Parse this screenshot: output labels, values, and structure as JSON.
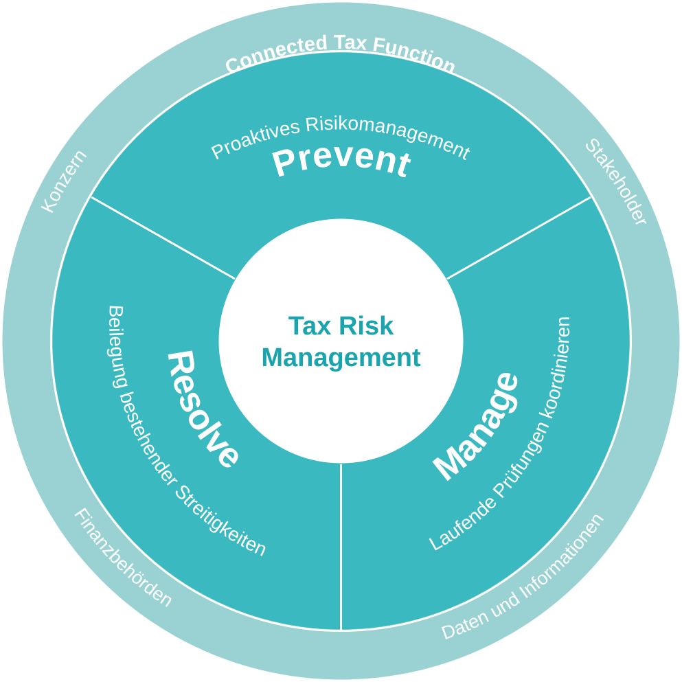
{
  "colors": {
    "outer_ring": "#9ad2d3",
    "segments": "#3bb9c1",
    "center": "#ffffff",
    "center_text": "#1aa4ad",
    "divider": "#ffffff"
  },
  "outer_ring": {
    "title": "Connected Tax Function",
    "labels": {
      "konzern": "Konzern",
      "stakeholder": "Stakeholder",
      "finanzbehoerden": "Finanzbehörden",
      "daten": "Daten und Informationen"
    }
  },
  "segments": {
    "prevent": {
      "title": "Prevent",
      "subtitle": "Proaktives Risikomanagement"
    },
    "manage": {
      "title": "Manage",
      "subtitle": "Laufende Prüfungen koordinieren"
    },
    "resolve": {
      "title": "Resolve",
      "subtitle": "Beilegung bestehender Streitigkeiten"
    }
  },
  "center": {
    "line1": "Tax Risk",
    "line2": "Management"
  }
}
